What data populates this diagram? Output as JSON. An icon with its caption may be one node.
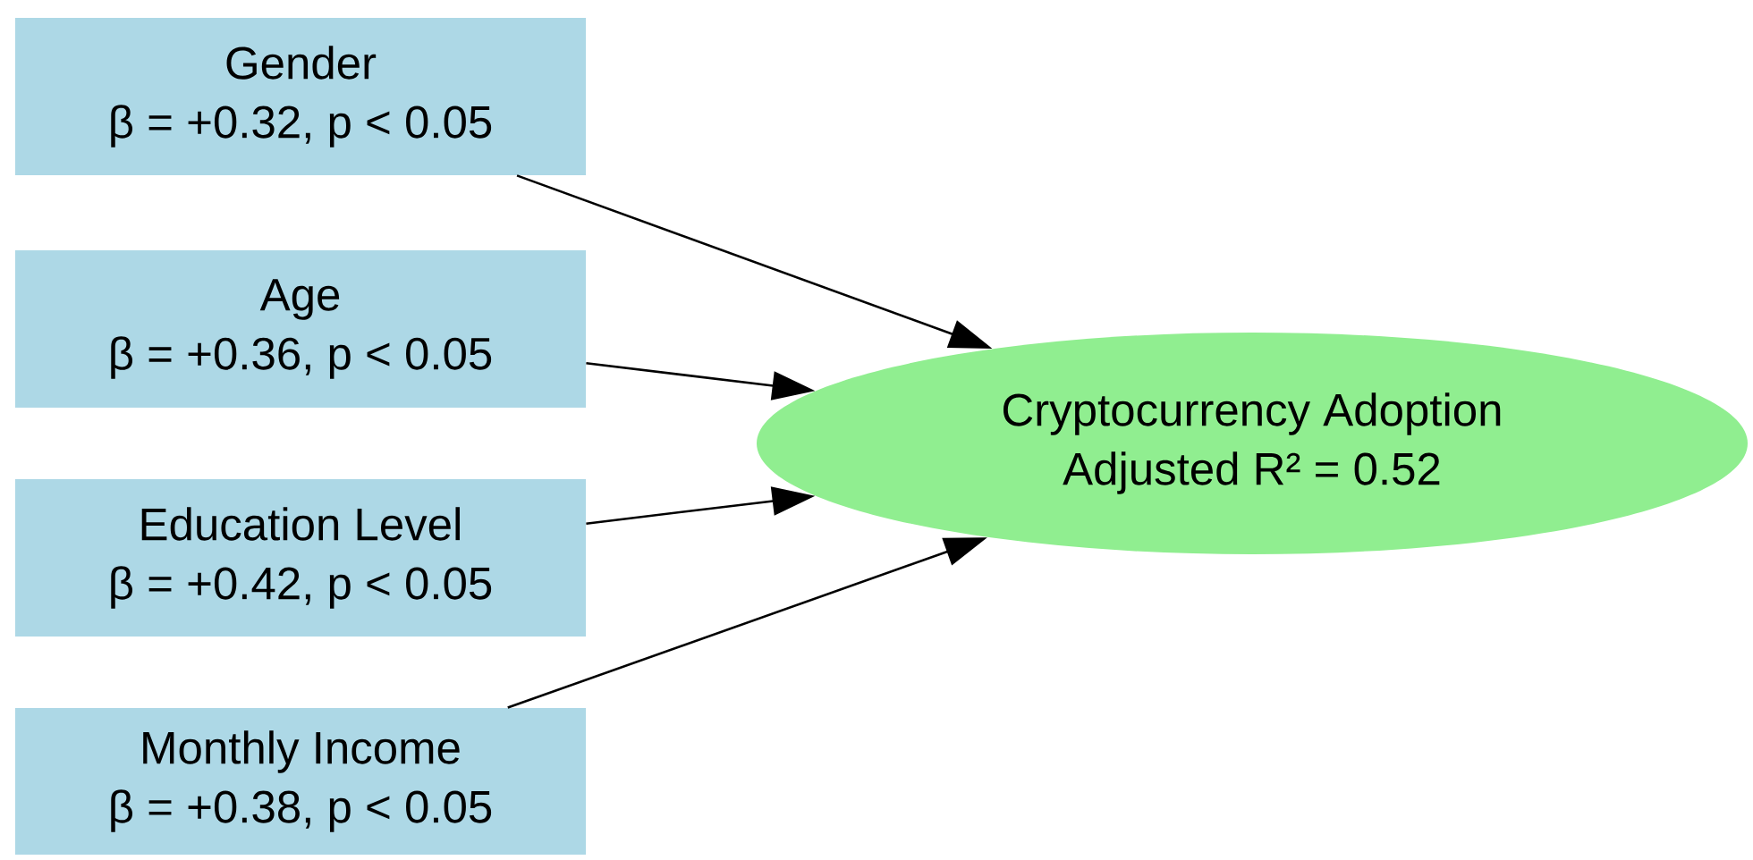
{
  "diagram": {
    "nodes": [
      {
        "text": [
          "Gender",
          "β = +0.32, p < 0.05"
        ]
      },
      {
        "text": [
          "Age",
          "β = +0.36, p < 0.05"
        ]
      },
      {
        "text": [
          "Education Level",
          "β = +0.42, p < 0.05"
        ]
      },
      {
        "text": [
          "Monthly Income",
          "β = +0.38, p < 0.05"
        ]
      },
      {
        "text": [
          "Cryptocurrency Adoption",
          "Adjusted R² = 0.52"
        ]
      }
    ],
    "edges": [
      {
        "from": 0,
        "to": 4,
        "arrow": "to"
      },
      {
        "from": 1,
        "to": 4,
        "arrow": "to"
      },
      {
        "from": 2,
        "to": 4,
        "arrow": "to"
      },
      {
        "from": 3,
        "to": 4,
        "arrow": "to"
      }
    ]
  }
}
